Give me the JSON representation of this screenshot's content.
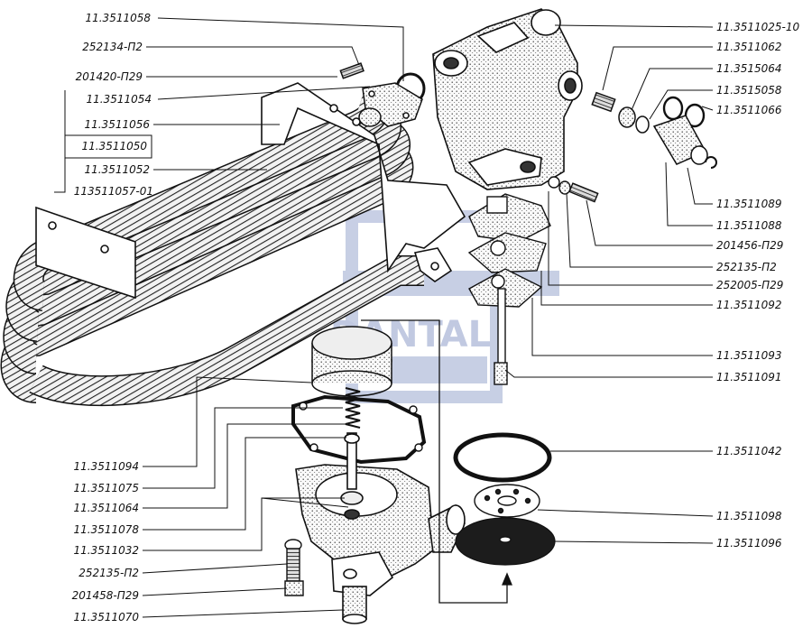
{
  "diagram": {
    "watermark": "DANTAL",
    "part_numbers_left": [
      "11.3511058",
      "252134-П2",
      "201420-П29",
      "11.3511054",
      "11.3511056",
      "11.3511050",
      "11.3511052",
      "113511057-01",
      "11.3511094",
      "11.3511075",
      "11.3511064",
      "11.3511078",
      "11.3511032",
      "252135-П2",
      "201458-П29",
      "11.3511070"
    ],
    "part_numbers_right": [
      "11.3511025-10",
      "11.3511062",
      "11.3515064",
      "11.3515058",
      "11.3511066",
      "11.3511089",
      "11.3511088",
      "201456-П29",
      "252135-П2",
      "252005-П29",
      "11.3511092",
      "11.3511093",
      "11.3511091",
      "11.3511042",
      "11.3511098",
      "11.3511096"
    ]
  }
}
